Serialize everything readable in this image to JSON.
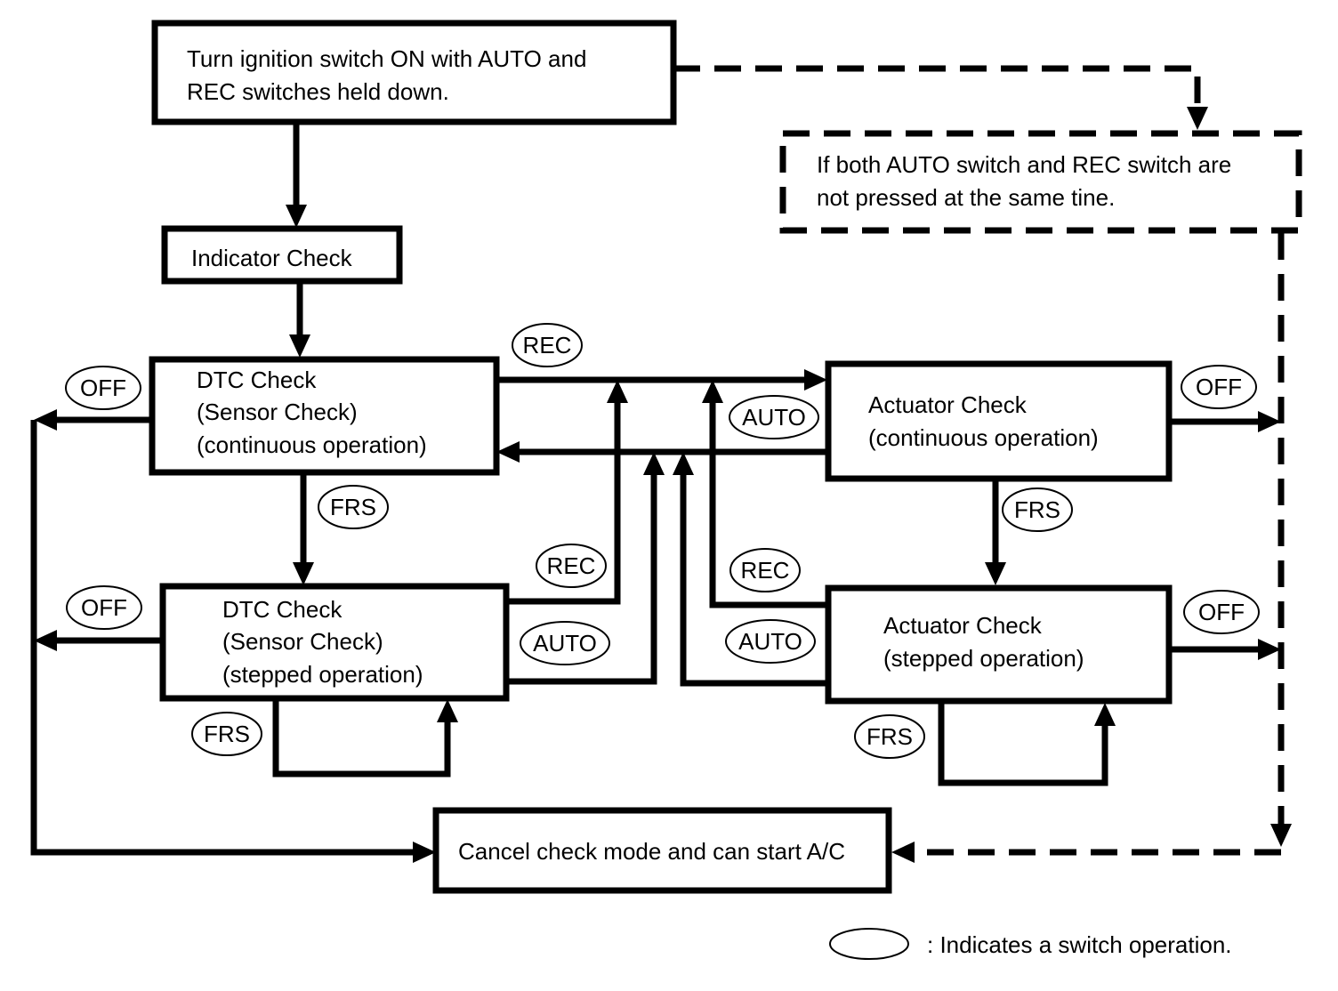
{
  "start_box": {
    "line1": "Turn ignition switch ON with AUTO and",
    "line2": "REC switches held down."
  },
  "note_box": {
    "line1": "If both AUTO switch and REC switch are",
    "line2": "not pressed at the same tine."
  },
  "indicator_check": "Indicator Check",
  "dtc_continuous": {
    "line1": "DTC Check",
    "line2": "(Sensor Check)",
    "line3": "(continuous operation)"
  },
  "dtc_stepped": {
    "line1": "DTC Check",
    "line2": "(Sensor Check)",
    "line3": "(stepped operation)"
  },
  "actuator_continuous": {
    "line1": "Actuator Check",
    "line2": "(continuous operation)"
  },
  "actuator_stepped": {
    "line1": "Actuator Check",
    "line2": "(stepped operation)"
  },
  "cancel_box": "Cancel check mode and can start A/C",
  "switches": {
    "off": "OFF",
    "rec": "REC",
    "auto": "AUTO",
    "frs": "FRS"
  },
  "legend": ": Indicates a switch operation.",
  "colors": {
    "line": "#000000",
    "background": "#ffffff"
  }
}
